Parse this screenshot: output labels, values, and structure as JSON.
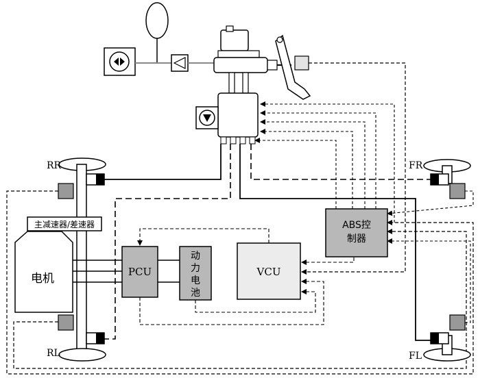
{
  "labels": {
    "rr": "RR",
    "fr": "FR",
    "rl": "RL",
    "fl": "FL",
    "final_drive": "主减速器/差速器",
    "motor": "电机",
    "pcu": "PCU",
    "battery_line1": "动",
    "battery_line2": "力",
    "battery_line3": "电",
    "battery_line4": "池",
    "vcu": "VCU",
    "abs_line1": "ABS控",
    "abs_line2": "制器"
  },
  "colors": {
    "line": "#000000",
    "box_fill": "#b8b8b8",
    "box_light": "#ececec",
    "sensor_fill": "#9a9a9a"
  }
}
